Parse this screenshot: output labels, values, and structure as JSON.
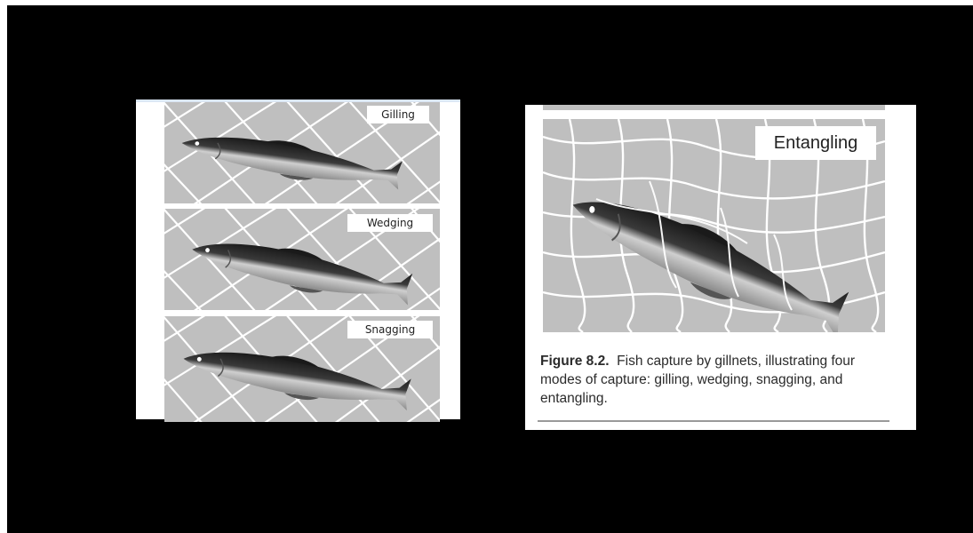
{
  "colors": {
    "background": "#000000",
    "net_background": "#bfbfbf",
    "net_line": "#ffffff",
    "fish_dark": "#1e1e1e",
    "fish_light": "#d9d9d9"
  },
  "left_figure": {
    "panels": [
      {
        "label": "Gilling"
      },
      {
        "label": "Wedging"
      },
      {
        "label": "Snagging"
      }
    ]
  },
  "right_figure": {
    "label": "Entangling",
    "caption": {
      "number": "Figure 8.2.",
      "text": "Fish capture by gillnets, illustrating four modes of capture: gilling, wedging, snagging, and entangling."
    }
  }
}
